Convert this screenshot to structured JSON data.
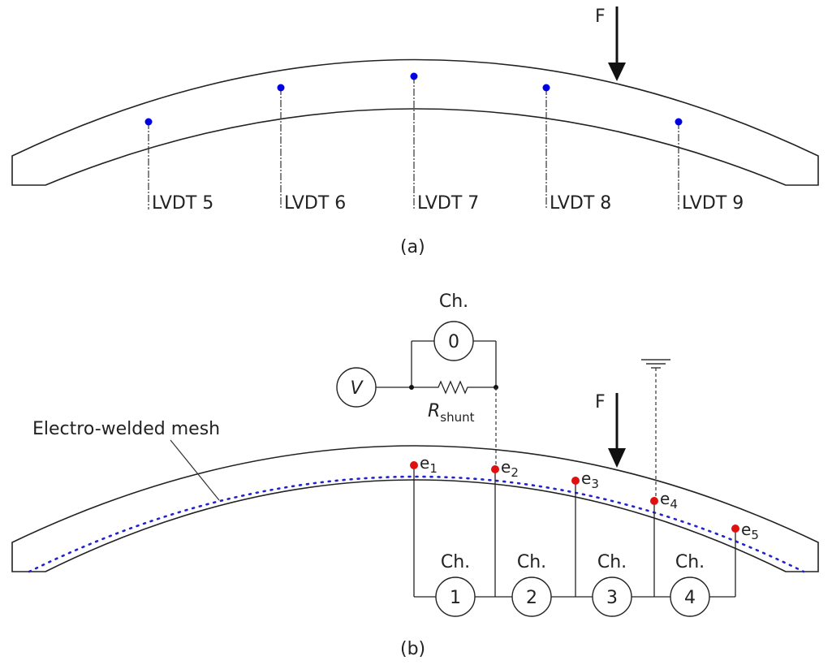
{
  "force_label": "F",
  "lvdt_labels": [
    "LVDT 5",
    "LVDT 6",
    "LVDT 7",
    "LVDT 8",
    "LVDT 9"
  ],
  "caption_a": "(a)",
  "caption_b": "(b)",
  "channel_prefix": "Ch.",
  "channel_numbers": [
    "0",
    "1",
    "2",
    "3",
    "4"
  ],
  "voltage_label": "V",
  "resistor_label": "R",
  "resistor_subscript": "shunt",
  "electrode_letter": "e",
  "electrode_indices": [
    "1",
    "2",
    "3",
    "4",
    "5"
  ],
  "mesh_label": "Electro-welded mesh",
  "colors": {
    "lvdt_point": "#0000e0",
    "electrode": "#e01010",
    "mesh": "#2222d0",
    "line": "#222222"
  }
}
